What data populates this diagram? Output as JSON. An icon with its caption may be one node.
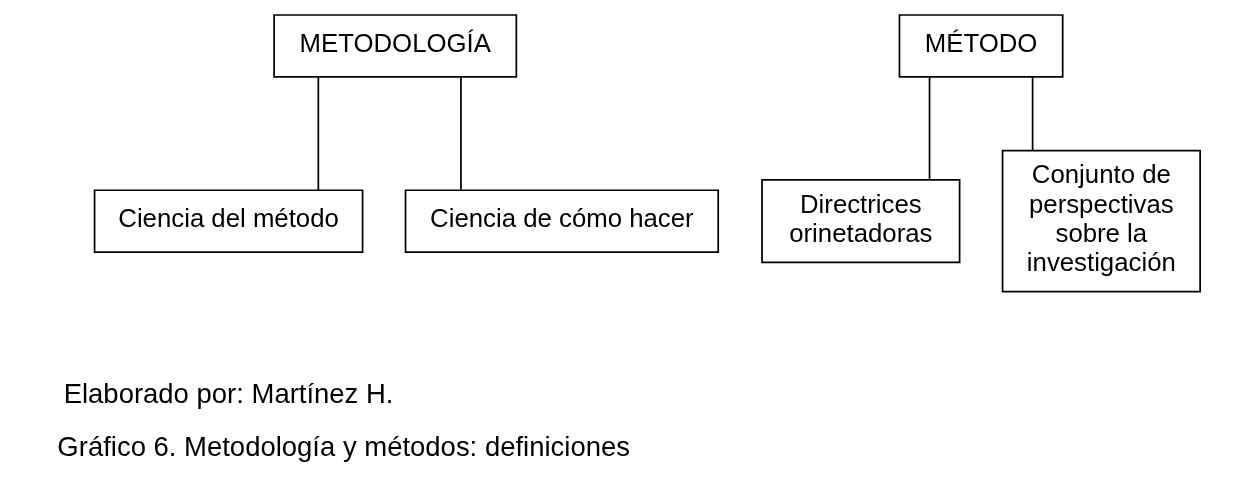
{
  "diagram": {
    "caption": "Gráfico 6. Metodología y métodos: definiciones",
    "nodes": [
      {
        "text": [
          "METODOLOGÍA"
        ]
      },
      {
        "text": [
          "MÉTODO"
        ]
      },
      {
        "text": [
          "Ciencia del método"
        ]
      },
      {
        "text": [
          "Ciencia de cómo hacer"
        ]
      },
      {
        "text": [
          "Directrices orinetadoras"
        ]
      },
      {
        "text": [
          "Conjunto de perspectivas sobre la investigación"
        ]
      }
    ],
    "edges": [
      {
        "from": 0,
        "to": 2,
        "arrow": "none"
      },
      {
        "from": 0,
        "to": 3,
        "arrow": "none"
      },
      {
        "from": 1,
        "to": 4,
        "arrow": "none"
      },
      {
        "from": 1,
        "to": 5,
        "arrow": "none"
      }
    ],
    "labels": [
      "Elaborado por: Martínez H."
    ]
  }
}
